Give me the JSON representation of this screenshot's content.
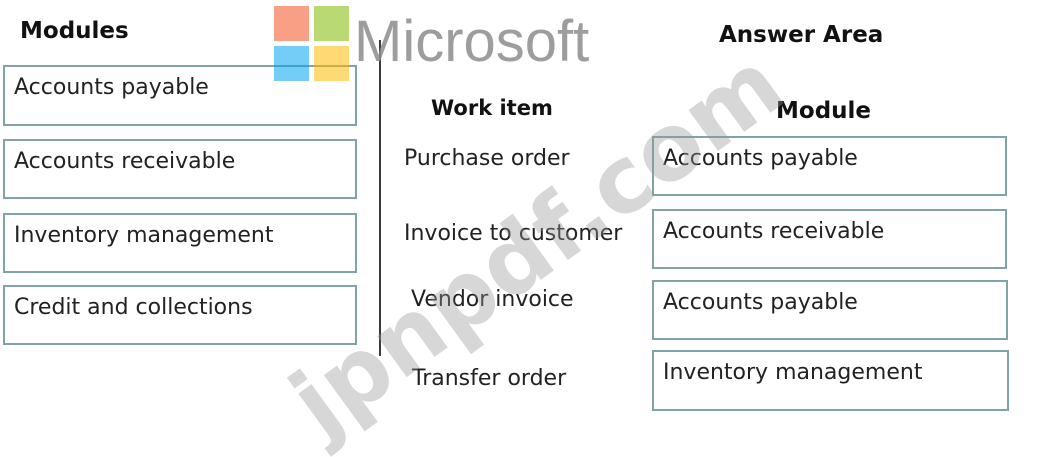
{
  "modules": {
    "heading": "Modules",
    "items": [
      "Accounts payable",
      "Accounts receivable",
      "Inventory management",
      "Credit and collections"
    ]
  },
  "answer_area": {
    "heading": "Answer Area",
    "work_item_header": "Work item",
    "module_header": "Module",
    "rows": [
      {
        "work_item": "Purchase order",
        "module": "Accounts payable"
      },
      {
        "work_item": "Invoice to customer",
        "module": "Accounts receivable"
      },
      {
        "work_item": "Vendor invoice",
        "module": "Accounts payable"
      },
      {
        "work_item": "Transfer order",
        "module": "Inventory management"
      }
    ]
  },
  "branding": {
    "logo_text": "Microsoft",
    "logo_colors": [
      "#f25022",
      "#7fba00",
      "#00a4ef",
      "#ffb900"
    ],
    "watermark_text": "jpnpdf.com"
  },
  "colors": {
    "box_border": "#7fa3a6"
  }
}
